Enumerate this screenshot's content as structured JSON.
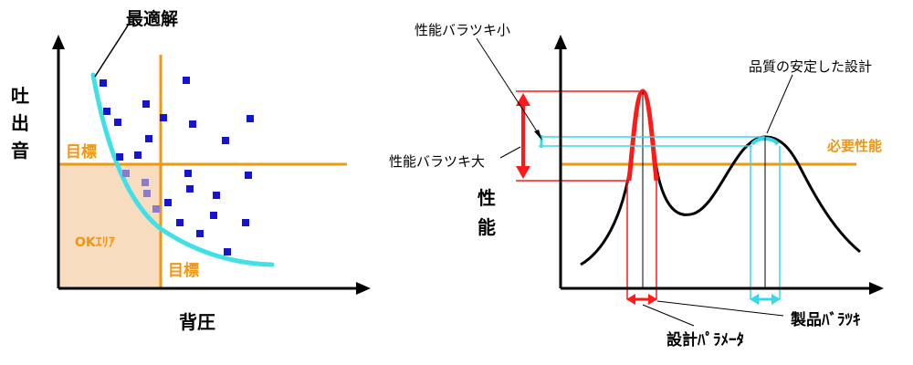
{
  "colors": {
    "axis": "#000000",
    "target": "#f0960f",
    "pareto": "#40e0e8",
    "point": "#1414d2",
    "point_ok": "#8c7ad2",
    "ok_fill": "#f8dcc0",
    "red": "#ff1a1a",
    "cyan": "#38d8e8"
  },
  "left": {
    "title": "最適解",
    "y_label": [
      "吐",
      "出",
      "音"
    ],
    "x_label": "背圧",
    "target_h_label": "目標",
    "target_v_label": "目標",
    "ok_area_label": "OKｴﾘｱ"
  },
  "right": {
    "y_label": [
      "性",
      "能"
    ],
    "small_var_label": "性能バラツキ小",
    "large_var_label": "性能バラツキ大",
    "stable_label": "品質の安定した設計",
    "required_label": "必要性能",
    "x_label": "設計ﾊﾟﾗﾒｰﾀ",
    "product_var_label": "製品ﾊﾞﾗﾂｷ"
  }
}
